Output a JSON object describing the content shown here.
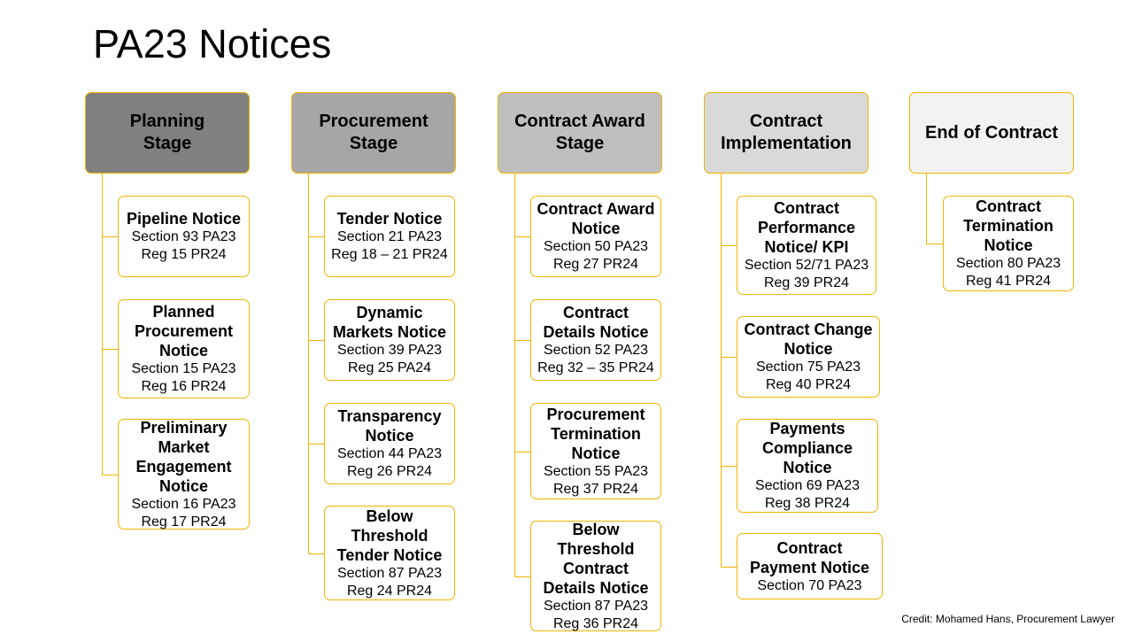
{
  "title": "PA23 Notices",
  "credit": "Credit: Mohamed Hans, Procurement Lawyer",
  "colors": {
    "border": "#f0b400",
    "stage_fills": [
      "#808080",
      "#a6a6a6",
      "#bfbfbf",
      "#d9d9d9",
      "#f2f2f2"
    ]
  },
  "stages": [
    {
      "label": [
        "Planning",
        "Stage"
      ],
      "notices": [
        {
          "name": [
            "Pipeline Notice"
          ],
          "refs": [
            "Section 93 PA23",
            "Reg 15 PR24"
          ]
        },
        {
          "name": [
            "Planned",
            "Procurement",
            "Notice"
          ],
          "refs": [
            "Section 15 PA23",
            "Reg 16 PR24"
          ]
        },
        {
          "name": [
            "Preliminary",
            "Market",
            "Engagement",
            "Notice"
          ],
          "refs": [
            "Section 16 PA23",
            "Reg 17 PR24"
          ]
        }
      ]
    },
    {
      "label": [
        "Procurement",
        "Stage"
      ],
      "notices": [
        {
          "name": [
            "Tender Notice"
          ],
          "refs": [
            "Section 21 PA23",
            "Reg 18 – 21 PR24"
          ]
        },
        {
          "name": [
            "Dynamic",
            "Markets Notice"
          ],
          "refs": [
            "Section 39 PA23",
            "Reg 25 PA24"
          ]
        },
        {
          "name": [
            "Transparency",
            "Notice"
          ],
          "refs": [
            "Section 44 PA23",
            "Reg 26 PR24"
          ]
        },
        {
          "name": [
            "Below",
            "Threshold",
            "Tender Notice"
          ],
          "refs": [
            "Section 87 PA23",
            "Reg 24 PR24"
          ]
        }
      ]
    },
    {
      "label": [
        "Contract Award",
        "Stage"
      ],
      "notices": [
        {
          "name": [
            "Contract Award",
            "Notice"
          ],
          "refs": [
            "Section 50 PA23",
            "Reg 27 PR24"
          ]
        },
        {
          "name": [
            "Contract",
            "Details Notice"
          ],
          "refs": [
            "Section 52 PA23",
            "Reg 32 – 35 PR24"
          ]
        },
        {
          "name": [
            "Procurement",
            "Termination",
            "Notice"
          ],
          "refs": [
            "Section 55 PA23",
            "Reg 37 PR24"
          ]
        },
        {
          "name": [
            "Below",
            "Threshold",
            "Contract",
            "Details Notice"
          ],
          "refs": [
            "Section 87 PA23",
            "Reg 36 PR24"
          ]
        }
      ]
    },
    {
      "label": [
        "Contract",
        "Implementation"
      ],
      "notices": [
        {
          "name": [
            "Contract",
            "Performance",
            "Notice/ KPI"
          ],
          "refs": [
            "Section 52/71 PA23",
            "Reg 39 PR24"
          ]
        },
        {
          "name": [
            "Contract Change",
            "Notice"
          ],
          "refs": [
            "Section 75 PA23",
            "Reg 40 PR24"
          ]
        },
        {
          "name": [
            "Payments",
            "Compliance",
            "Notice"
          ],
          "refs": [
            "Section 69 PA23",
            "Reg 38 PR24"
          ]
        },
        {
          "name": [
            "Contract",
            "Payment Notice"
          ],
          "refs": [
            "Section 70 PA23"
          ]
        }
      ]
    },
    {
      "label": [
        "End of Contract"
      ],
      "notices": [
        {
          "name": [
            "Contract",
            "Termination",
            "Notice"
          ],
          "refs": [
            "Section 80 PA23",
            "Reg 41 PR24"
          ]
        }
      ]
    }
  ]
}
